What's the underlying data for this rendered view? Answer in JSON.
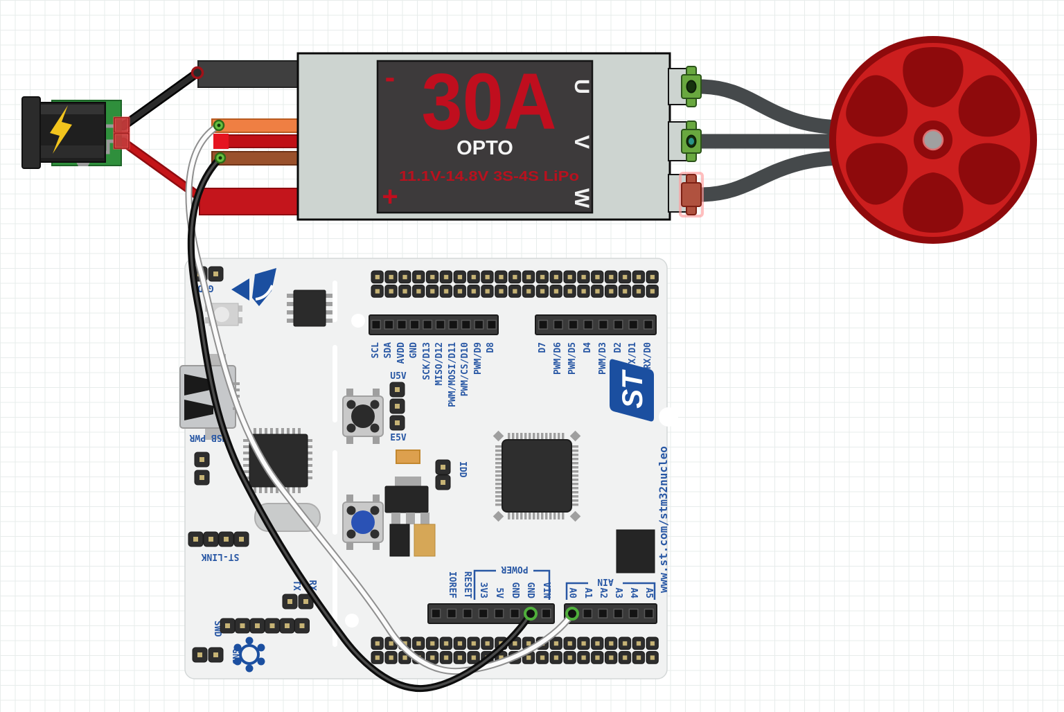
{
  "esc": {
    "minus": "-",
    "plus": "+",
    "rating": "30A",
    "type_label": "OPTO",
    "voltage_label": "11.1V-14.8V 3S-4S LiPo",
    "phase_labels": [
      "U",
      "V",
      "W"
    ]
  },
  "nucleo": {
    "st_logo": "ST",
    "url_label": "www.st.com/stm32nucleo",
    "top_left": [
      "SCL",
      "SDA",
      "AVDD",
      "GND",
      "SCK/D13",
      "MISO/D12",
      "PWM/MOSI/D11",
      "PWM/CS/D10",
      "PWM/D9",
      "D8"
    ],
    "top_right": [
      "D7",
      "PWM/D6",
      "PWM/D5",
      "D4",
      "PWM/D3",
      "D2",
      "TX/D1",
      "RX/D0"
    ],
    "power_group": "POWER",
    "power_labels": [
      "IOREF",
      "RESET",
      "3V3",
      "5V",
      "GND",
      "GND",
      "VIN"
    ],
    "ain_group": "AIN",
    "ain_labels": [
      "A0",
      "A1",
      "A2",
      "A3",
      "A4",
      "A5"
    ],
    "stlink": {
      "gnd_top": "GND",
      "usb_pwr": "USB PWR",
      "st_link": "ST-LINK",
      "tx": "TX",
      "rx": "RX",
      "swd": "SWD",
      "gnd_bottom": "GND"
    },
    "jumpers": {
      "u5v": "U5V",
      "e5v": "E5V",
      "idd": "IDD"
    }
  },
  "colors": {
    "label_blue": "#2857a4",
    "esc_red": "#c00e1e",
    "esc_body": "#cdd4d0",
    "esc_label_bg": "#3d3a3b",
    "motor_red": "#cc1e1e",
    "motor_dark_red": "#8e0a0c",
    "pcb_green": "#2f8f3c",
    "wire_gray": "#45494b",
    "connection_green": "#67bf41"
  }
}
